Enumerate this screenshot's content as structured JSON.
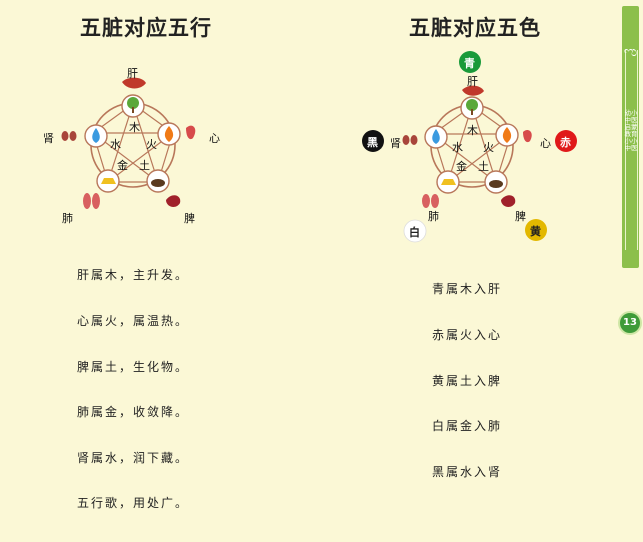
{
  "left": {
    "title": "五脏对应五行",
    "organs": {
      "liver": "肝",
      "heart": "心",
      "spleen": "脾",
      "lung": "肺",
      "kidney": "肾"
    },
    "elements": {
      "wood": "木",
      "fire": "火",
      "earth": "土",
      "metal": "金",
      "water": "水"
    },
    "verse": [
      "肝属木，主升发。",
      "心属火，属温热。",
      "脾属土，生化物。",
      "肺属金，收敛降。",
      "肾属水，润下藏。",
      "五行歌，用处广。"
    ]
  },
  "right": {
    "title": "五脏对应五色",
    "organs": {
      "liver": "肝",
      "heart": "心",
      "spleen": "脾",
      "lung": "肺",
      "kidney": "肾"
    },
    "elements": {
      "wood": "木",
      "fire": "火",
      "earth": "土",
      "metal": "金",
      "water": "水"
    },
    "colors": {
      "qing": "青",
      "chi": "赤",
      "huang": "黄",
      "bai": "白",
      "hei": "黑"
    },
    "verse": [
      "青属木入肝",
      "赤属火入心",
      "黄属土入脾",
      "白属金入肺",
      "黑属水入肾"
    ]
  },
  "sidebar": {
    "text": "幼小中医启蒙教育小小中医",
    "ornament": "ಌ"
  },
  "page_number": "13",
  "palette": {
    "background": "#fbf8d6",
    "green": "#8cbf4b",
    "ring": "#b8775a",
    "qing": "#1a9a3a",
    "chi": "#e01919",
    "huang": "#e3b800",
    "bai": "#ffffff",
    "hei": "#111111"
  }
}
